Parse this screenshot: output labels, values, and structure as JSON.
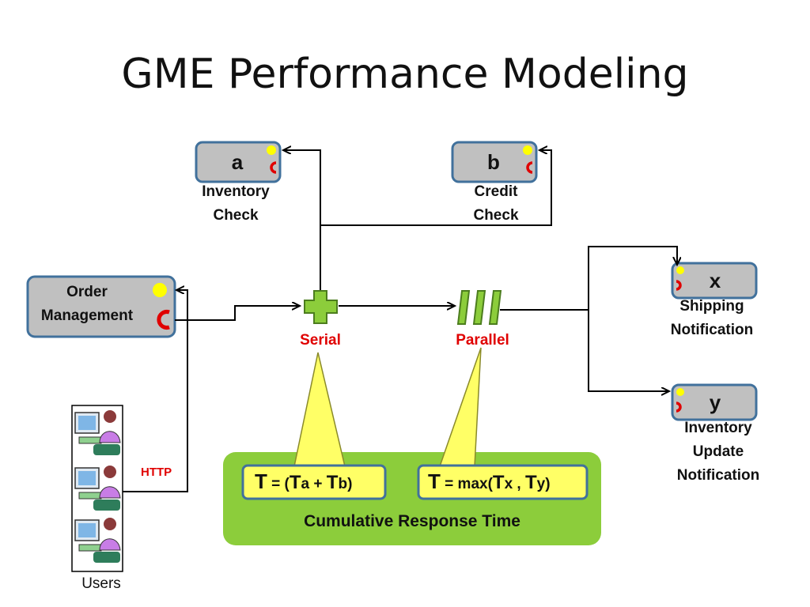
{
  "title": "GME Performance Modeling",
  "components": {
    "a": {
      "letter": "a",
      "label_line1": "Inventory",
      "label_line2": "Check"
    },
    "b": {
      "letter": "b",
      "label_line1": "Credit",
      "label_line2": "Check"
    },
    "x": {
      "letter": "x",
      "label_line1": "Shipping",
      "label_line2": "Notification"
    },
    "y": {
      "letter": "y",
      "label_line1": "Inventory",
      "label_line2": "Update",
      "label_line3": "Notification"
    },
    "order": {
      "label_line1": "Order",
      "label_line2": "Management"
    }
  },
  "connectors": {
    "serial": "Serial",
    "parallel": "Parallel",
    "http": "HTTP"
  },
  "formulas": {
    "serial": {
      "t": "T",
      "eq": " = (",
      "ta": "T",
      "a": "a",
      "plus": " + ",
      "tb": "T",
      "b": "b",
      "close": ")"
    },
    "parallel": {
      "t": "T",
      "eq": " =  max(",
      "tx": "T",
      "x": "x",
      "comma": " , ",
      "ty": "T",
      "y": "y",
      "close": ")"
    }
  },
  "summary_label": "Cumulative Response Time",
  "users_label": "Users",
  "colors": {
    "box_fill": "#c0c0c0",
    "box_border": "#41719c",
    "green_panel": "#8ccd3b",
    "callout": "#ffff66",
    "port_yellow": "#ffff00",
    "port_red": "#e00000",
    "accent_red": "#e00000"
  }
}
